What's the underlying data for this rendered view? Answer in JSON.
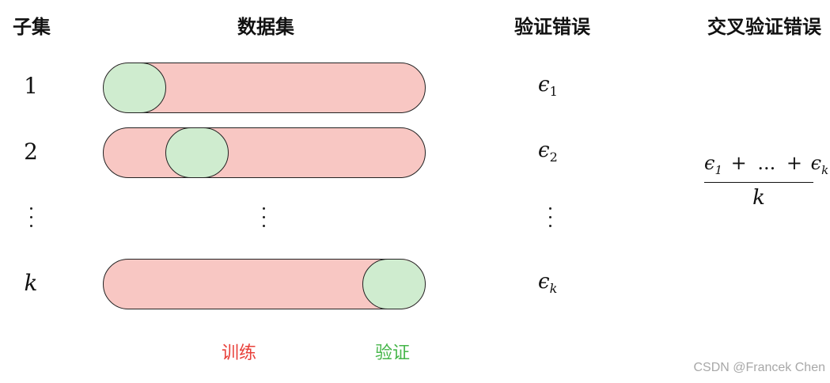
{
  "headers": {
    "subset": "子集",
    "dataset": "数据集",
    "validation_error": "验证错误",
    "cv_error": "交叉验证错误"
  },
  "rows": [
    {
      "label": "1",
      "error_base": "ϵ",
      "error_sub": "1",
      "validation_fold_position": "first"
    },
    {
      "label": "2",
      "error_base": "ϵ",
      "error_sub": "2",
      "validation_fold_position": "second"
    },
    {
      "label": "k",
      "error_base": "ϵ",
      "error_sub": "k",
      "validation_fold_position": "last"
    }
  ],
  "formula": {
    "term1_base": "ϵ",
    "term1_sub": "1",
    "plus1": "+",
    "ellipsis": "...",
    "plus2": "+",
    "term2_base": "ϵ",
    "term2_sub": "k",
    "denominator": "k"
  },
  "legend": {
    "train_label": "训练",
    "train_color": "#e8403a",
    "validate_label": "验证",
    "validate_color": "#45b649"
  },
  "colors": {
    "train_fill": "#f8c7c3",
    "validate_fill": "#cfeccf"
  },
  "watermark": "CSDN @Francek Chen"
}
